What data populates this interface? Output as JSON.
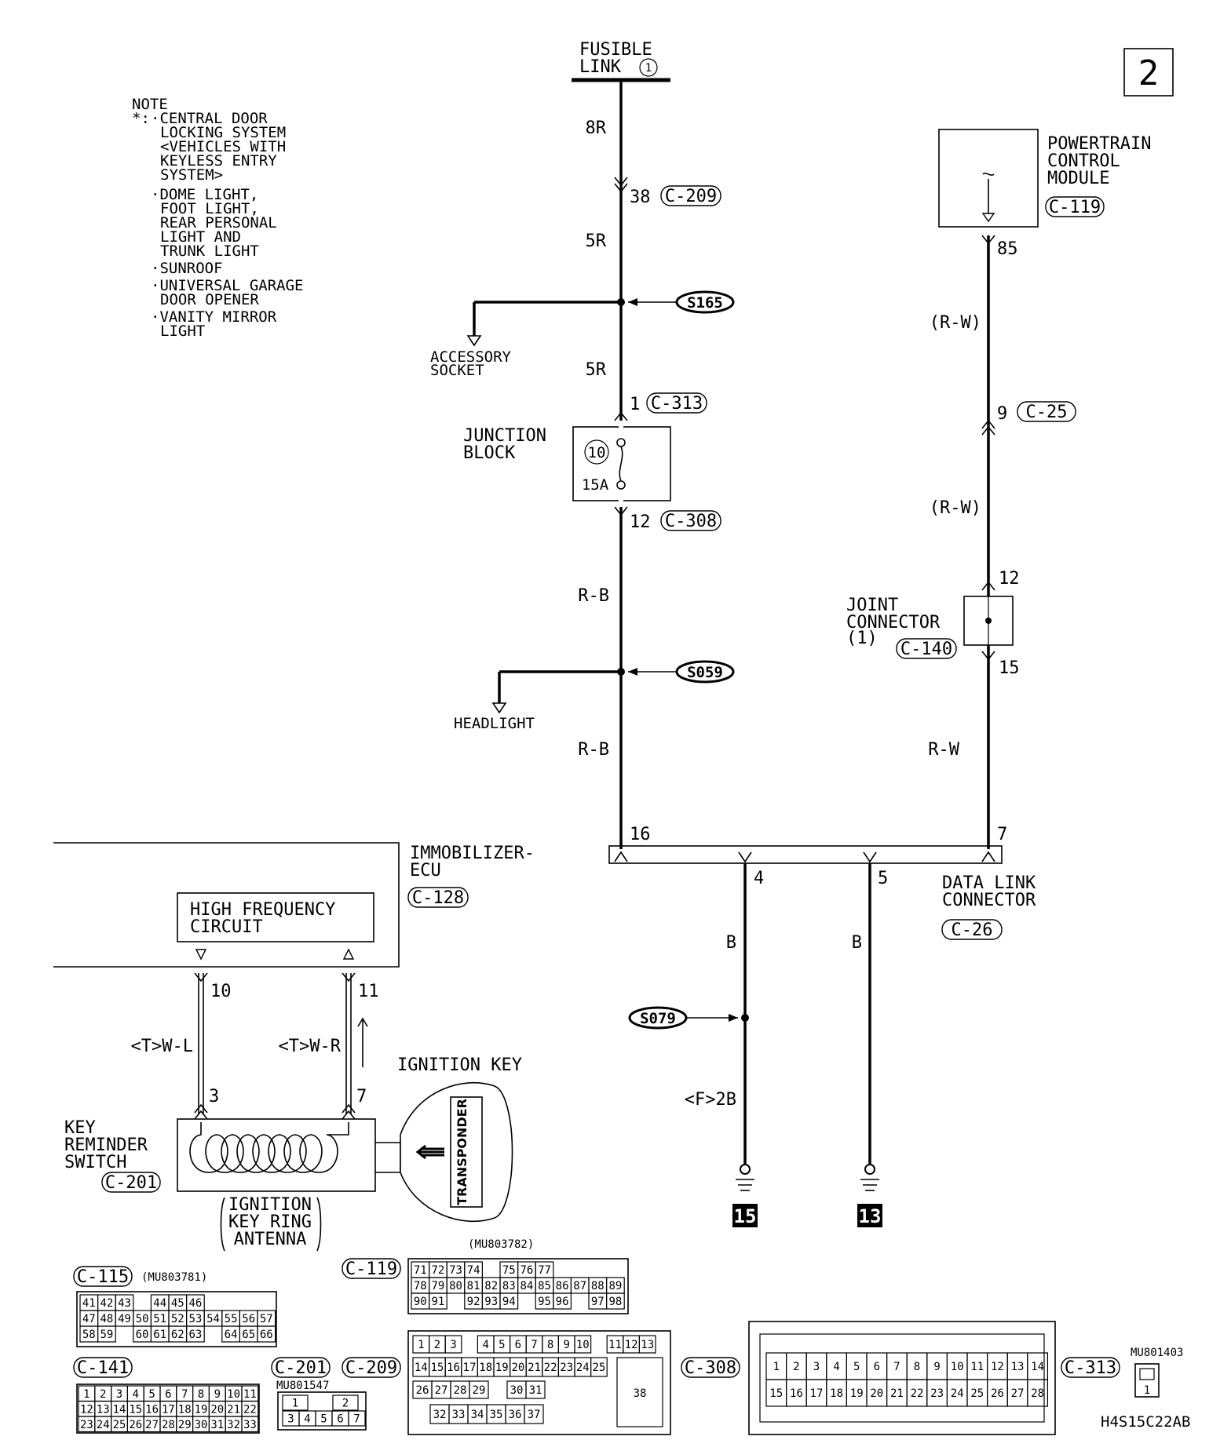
{
  "page_number": "2",
  "note": {
    "title": "NOTE",
    "marker": "*:",
    "items": [
      [
        "·CENTRAL DOOR",
        "LOCKING SYSTEM",
        "<VEHICLES WITH",
        " KEYLESS ENTRY",
        " SYSTEM>"
      ],
      [
        "·DOME LIGHT,",
        "FOOT LIGHT,",
        "REAR PERSONAL",
        "LIGHT AND",
        "TRUNK LIGHT"
      ],
      [
        "·SUNROOF"
      ],
      [
        "·UNIVERSAL GARAGE",
        "DOOR OPENER"
      ],
      [
        "·VANITY MIRROR",
        "LIGHT"
      ]
    ]
  },
  "components": {
    "fusible_link": {
      "line1": "FUSIBLE",
      "line2": "LINK",
      "num": "1"
    },
    "junction_block": {
      "line1": "JUNCTION",
      "line2": "BLOCK",
      "fuse_num": "10",
      "fuse_rating": "15A"
    },
    "pcm": {
      "line1": "POWERTRAIN",
      "line2": "CONTROL",
      "line3": "MODULE",
      "conn": "C-119"
    },
    "joint_connector": {
      "line1": "JOINT",
      "line2": "CONNECTOR",
      "line3": "(1)",
      "conn": "C-140"
    },
    "data_link": {
      "line1": "DATA LINK",
      "line2": "CONNECTOR",
      "conn": "C-26"
    },
    "immobilizer": {
      "line1": "IMMOBILIZER-",
      "line2": "ECU",
      "conn": "C-128",
      "circuit1": "HIGH FREQUENCY",
      "circuit2": "CIRCUIT"
    },
    "key_reminder": {
      "line1": "KEY",
      "line2": "REMINDER",
      "line3": "SWITCH",
      "conn": "C-201"
    },
    "antenna": {
      "line1": "IGNITION",
      "line2": "KEY RING",
      "line3": "ANTENNA"
    },
    "ignition_key": {
      "label": "IGNITION KEY",
      "transponder": "TRANSPONDER"
    },
    "accessory": {
      "line1": "ACCESSORY",
      "line2": "SOCKET"
    },
    "headlight": {
      "label": "HEADLIGHT"
    },
    "ground_a": "15",
    "ground_b": "13"
  },
  "splices": {
    "s1": "S165",
    "s2": "S059",
    "s3": "S079"
  },
  "wires": {
    "w8r": "8R",
    "w5r_a": "5R",
    "w5r_b": "5R",
    "wrb_a": "R-B",
    "wrb_b": "R-B",
    "wrw_a": "(R-W)",
    "wrw_b": "(R-W)",
    "wrw_c": "R-W",
    "wb_a": "B",
    "wb_b": "B",
    "wf2b": "<F>2B",
    "wtwl": "<T>W-L",
    "wtwr": "<T>W-R"
  },
  "pins": {
    "p38": "38",
    "c209": "C-209",
    "p1": "1",
    "c313": "C-313",
    "p12": "12",
    "c308": "C-308",
    "p85": "85",
    "p9": "9",
    "c25": "C-25",
    "p12b": "12",
    "p15": "15",
    "p16": "16",
    "p7": "7",
    "p4": "4",
    "p5": "5",
    "p10": "10",
    "p11": "11",
    "p3": "3",
    "p7b": "7"
  },
  "connector_views": {
    "c115": {
      "label": "C-115",
      "part": "(MU803781)",
      "rows": [
        [
          "41",
          "42",
          "43",
          "",
          "44",
          "45",
          "46"
        ],
        [
          "47",
          "48",
          "49",
          "50",
          "51",
          "52",
          "53",
          "54",
          "55",
          "56",
          "57"
        ],
        [
          "58",
          "59",
          "",
          "60",
          "61",
          "62",
          "63",
          "",
          "64",
          "65",
          "66"
        ]
      ]
    },
    "c119": {
      "label": "C-119",
      "part": "(MU803782)",
      "rows": [
        [
          "71",
          "72",
          "73",
          "74",
          "",
          "75",
          "76",
          "77"
        ],
        [
          "78",
          "79",
          "80",
          "81",
          "82",
          "83",
          "84",
          "85",
          "86",
          "87",
          "88",
          "89"
        ],
        [
          "90",
          "91",
          "",
          "92",
          "93",
          "94",
          "",
          "95",
          "96",
          "",
          "97",
          "98"
        ]
      ]
    },
    "c141": {
      "label": "C-141",
      "rows": [
        [
          "1",
          "2",
          "3",
          "4",
          "5",
          "6",
          "7",
          "8",
          "9",
          "10",
          "11"
        ],
        [
          "12",
          "13",
          "14",
          "15",
          "16",
          "17",
          "18",
          "19",
          "20",
          "21",
          "22"
        ],
        [
          "23",
          "24",
          "25",
          "26",
          "27",
          "28",
          "29",
          "30",
          "31",
          "32",
          "33"
        ]
      ]
    },
    "c201": {
      "label": "C-201",
      "part": "MU801547",
      "rows": [
        [
          "1",
          "",
          "2"
        ],
        [
          "3",
          "4",
          "5",
          "6",
          "7"
        ]
      ]
    },
    "c209": {
      "label": "C-209",
      "rows": [
        [
          "1",
          "2",
          "3",
          "",
          "4",
          "5",
          "6",
          "7",
          "8",
          "9",
          "10",
          "",
          "11",
          "12",
          "13"
        ],
        [
          "14",
          "15",
          "16",
          "17",
          "18",
          "19",
          "20",
          "21",
          "22",
          "23",
          "24",
          "25"
        ],
        [
          "26",
          "27",
          "28",
          "29",
          "",
          "30",
          "31"
        ],
        [
          "32",
          "33",
          "34",
          "35",
          "36",
          "37"
        ]
      ],
      "big": "38"
    },
    "c308": {
      "label": "C-308",
      "rows": [
        [
          "1",
          "2",
          "3",
          "4",
          "5",
          "6",
          "7",
          "8",
          "9",
          "10",
          "11",
          "12",
          "13",
          "14"
        ],
        [
          "15",
          "16",
          "17",
          "18",
          "19",
          "20",
          "21",
          "22",
          "23",
          "24",
          "25",
          "26",
          "27",
          "28"
        ]
      ]
    },
    "c313": {
      "label": "C-313",
      "part": "MU801403",
      "pin": "1"
    }
  },
  "code": "H4S15C22AB"
}
